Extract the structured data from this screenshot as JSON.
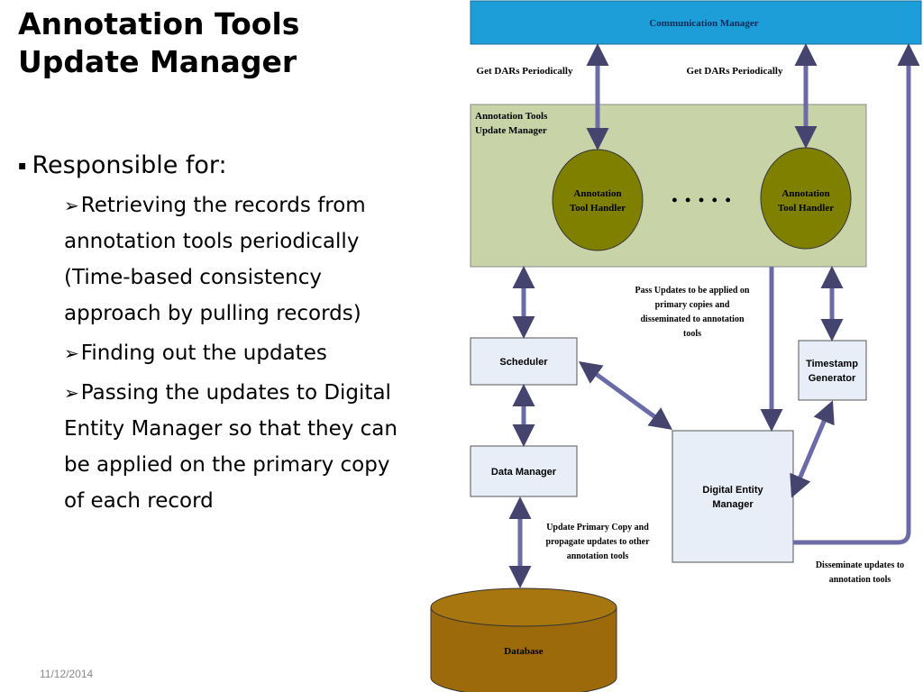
{
  "slide": {
    "title_line1": "Annotation Tools",
    "title_line2": "Update Manager",
    "date": "11/12/2014"
  },
  "bullets": {
    "heading_marker": "▪",
    "heading": "Responsible for:",
    "sub_marker": "➢",
    "items": [
      "Retrieving the records from annotation tools periodically (Time-based consistency approach by pulling records)",
      "Finding out the updates",
      "Passing the updates to Digital Entity Manager so that they can be applied on the primary copy of each record"
    ]
  },
  "diagram": {
    "communication_manager": "Communication Manager",
    "get_dars_left": "Get DARs Periodically",
    "get_dars_right": "Get DARs Periodically",
    "atum_line1": "Annotation Tools",
    "atum_line2": "Update Manager",
    "handler_left_line1": "Annotation",
    "handler_left_line2": "Tool Handler",
    "handler_right_line1": "Annotation",
    "handler_right_line2": "Tool Handler",
    "ellipsis": "• • • • •",
    "pass_updates": [
      "Pass Updates to be applied on",
      "primary copies and",
      "disseminated to annotation",
      "tools"
    ],
    "scheduler": "Scheduler",
    "timestamp_line1": "Timestamp",
    "timestamp_line2": "Generator",
    "data_manager": "Data Manager",
    "dem_line1": "Digital Entity",
    "dem_line2": "Manager",
    "update_primary": [
      "Update Primary Copy and",
      "propagate updates to other",
      "annotation tools"
    ],
    "disseminate": [
      "Disseminate updates to",
      "annotation tools"
    ],
    "database": "Database",
    "colors": {
      "comm_fill": "#1e9ed8",
      "atum_fill": "#c9d3a8",
      "handler_fill": "#7f7f00",
      "box_fill": "#e8eef8",
      "db_fill": "#9c6a0a",
      "arrow": "#6b6ba8"
    }
  }
}
